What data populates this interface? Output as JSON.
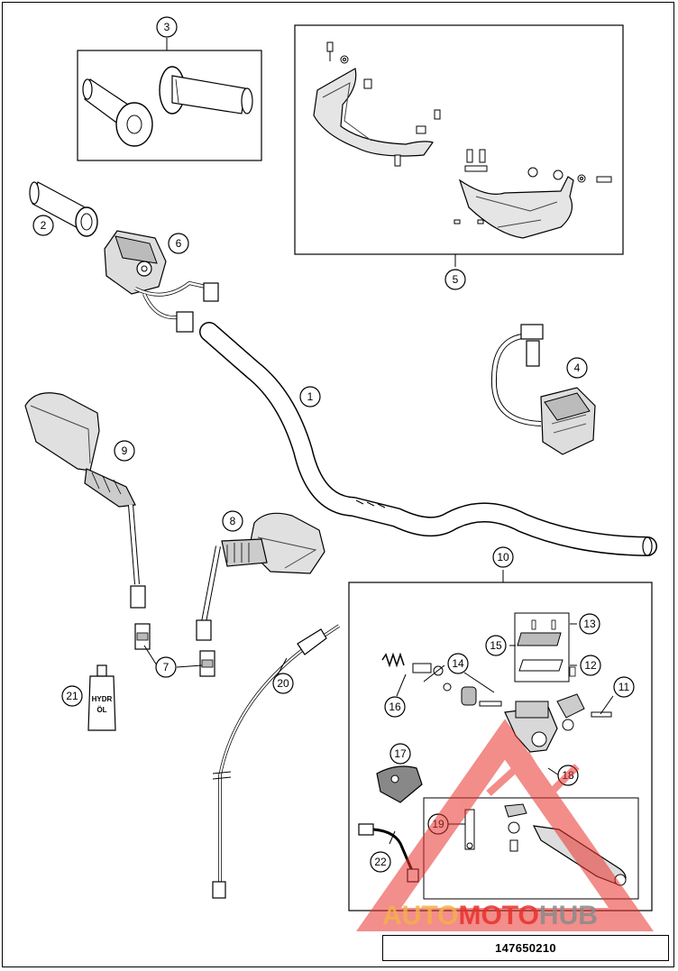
{
  "diagram": {
    "part_number": "147650210",
    "watermark": {
      "text_a": "AUTO",
      "text_b": "MOTO",
      "text_c": "HUB"
    },
    "bottle_label": [
      "HYDR",
      "ÖL"
    ],
    "callouts": [
      "1",
      "2",
      "3",
      "4",
      "5",
      "6",
      "7",
      "8",
      "9",
      "10",
      "11",
      "12",
      "13",
      "14",
      "15",
      "16",
      "17",
      "18",
      "19",
      "20",
      "21",
      "22"
    ]
  }
}
